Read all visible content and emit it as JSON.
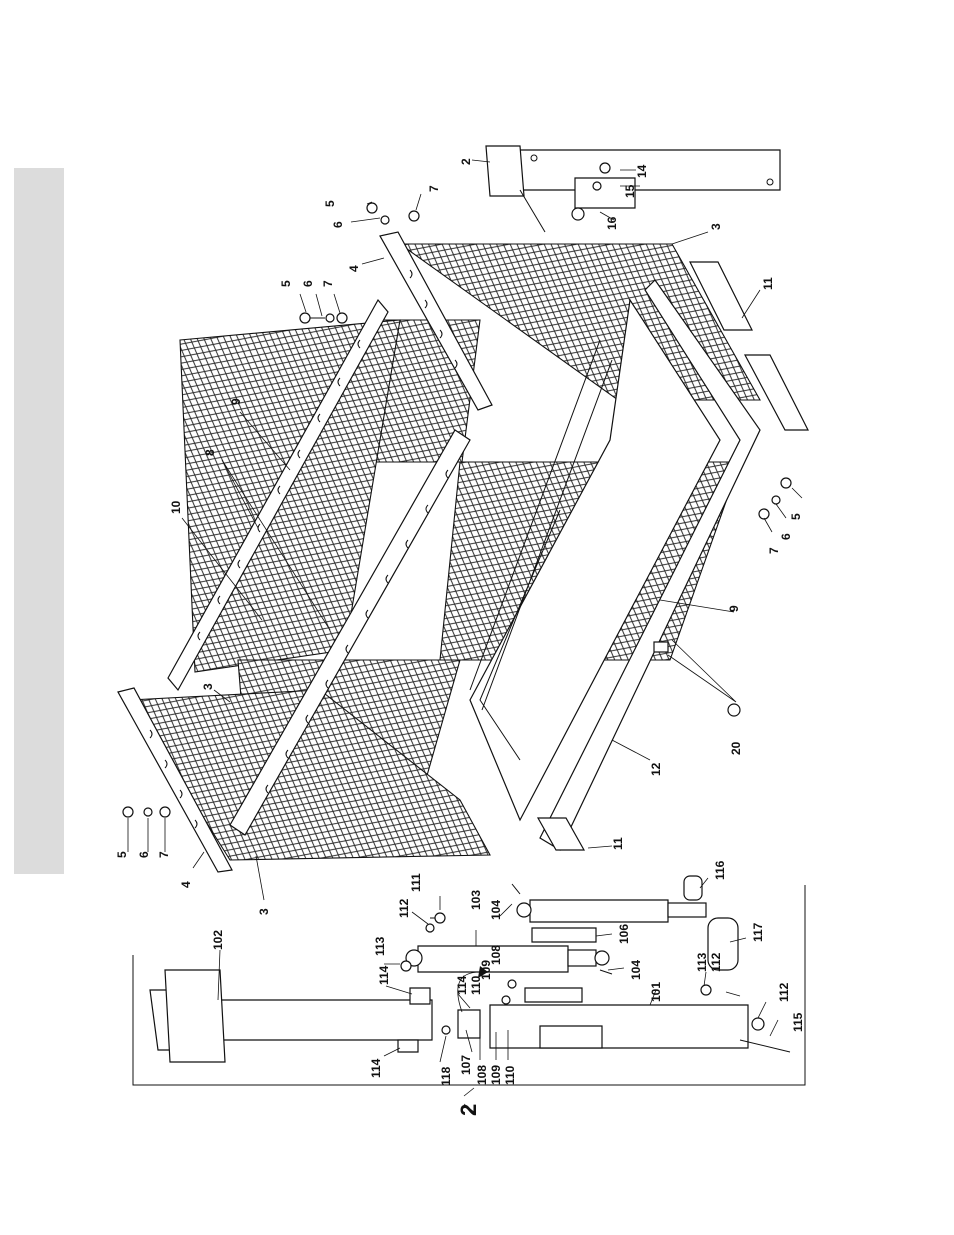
{
  "diagram": {
    "callouts": [
      {
        "id": "c2-top",
        "text": "2"
      },
      {
        "id": "c14",
        "text": "14"
      },
      {
        "id": "c15",
        "text": "15"
      },
      {
        "id": "c16",
        "text": "16"
      },
      {
        "id": "c7-a",
        "text": "7"
      },
      {
        "id": "c5-a",
        "text": "5"
      },
      {
        "id": "c6-a",
        "text": "6"
      },
      {
        "id": "c4-a",
        "text": "4"
      },
      {
        "id": "c3-a",
        "text": "3"
      },
      {
        "id": "c5-b",
        "text": "5"
      },
      {
        "id": "c6-b",
        "text": "6"
      },
      {
        "id": "c7-b",
        "text": "7"
      },
      {
        "id": "c11-a",
        "text": "11"
      },
      {
        "id": "c9-a",
        "text": "9"
      },
      {
        "id": "c8",
        "text": "8"
      },
      {
        "id": "c10",
        "text": "10"
      },
      {
        "id": "c5-c",
        "text": "5"
      },
      {
        "id": "c6-c",
        "text": "6"
      },
      {
        "id": "c7-c",
        "text": "7"
      },
      {
        "id": "c9-b",
        "text": "9"
      },
      {
        "id": "c3-b",
        "text": "3"
      },
      {
        "id": "c20",
        "text": "20"
      },
      {
        "id": "c12",
        "text": "12"
      },
      {
        "id": "c11-b",
        "text": "11"
      },
      {
        "id": "c5-d",
        "text": "5"
      },
      {
        "id": "c6-d",
        "text": "6"
      },
      {
        "id": "c7-d",
        "text": "7"
      },
      {
        "id": "c4-b",
        "text": "4"
      },
      {
        "id": "c3-c",
        "text": "3"
      },
      {
        "id": "c102",
        "text": "102"
      },
      {
        "id": "c113-a",
        "text": "113"
      },
      {
        "id": "c112-a",
        "text": "112"
      },
      {
        "id": "c111",
        "text": "111"
      },
      {
        "id": "c103",
        "text": "103"
      },
      {
        "id": "c104-a",
        "text": "104"
      },
      {
        "id": "c116",
        "text": "116"
      },
      {
        "id": "c114-a",
        "text": "114"
      },
      {
        "id": "c108-a",
        "text": "108"
      },
      {
        "id": "c109-a",
        "text": "109"
      },
      {
        "id": "c110-a",
        "text": "110"
      },
      {
        "id": "c114-b",
        "text": "114"
      },
      {
        "id": "c106",
        "text": "106"
      },
      {
        "id": "c104-b",
        "text": "104"
      },
      {
        "id": "c101",
        "text": "101"
      },
      {
        "id": "c113-b",
        "text": "113"
      },
      {
        "id": "c112-b",
        "text": "112"
      },
      {
        "id": "c117",
        "text": "117"
      },
      {
        "id": "c114-c",
        "text": "114"
      },
      {
        "id": "c118",
        "text": "118"
      },
      {
        "id": "c107",
        "text": "107"
      },
      {
        "id": "c108-b",
        "text": "108"
      },
      {
        "id": "c109-b",
        "text": "109"
      },
      {
        "id": "c110-b",
        "text": "110"
      },
      {
        "id": "c112-c",
        "text": "112"
      },
      {
        "id": "c115",
        "text": "115"
      },
      {
        "id": "c2-big",
        "text": "2"
      }
    ]
  }
}
